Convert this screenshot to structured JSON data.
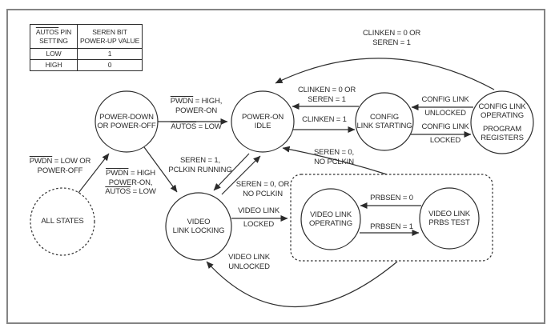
{
  "colors": {
    "ink": "#2b2b2b",
    "line": "#2e2e2e",
    "frame": "#848484",
    "background": "#ffffff"
  },
  "table": {
    "header_col1": {
      "l1_ov": "AUTOS",
      "l1_rest": " PIN",
      "l2": "SETTING"
    },
    "header_col2": {
      "l1": "SEREN BIT",
      "l2": "POWER-UP VALUE"
    },
    "rows": [
      {
        "setting": "LOW",
        "value": "1"
      },
      {
        "setting": "HIGH",
        "value": "0"
      }
    ]
  },
  "states": {
    "power_down": {
      "l1": "POWER-DOWN",
      "l2": "OR POWER-OFF"
    },
    "power_on_idle": {
      "l1": "POWER-ON",
      "l2": "IDLE"
    },
    "config_link_starting": {
      "l1": "CONFIG",
      "l2": "LINK STARTING"
    },
    "config_link_operating": {
      "l1": "CONFIG LINK",
      "l2": "OPERATING",
      "l3": "PROGRAM",
      "l4": "REGISTERS"
    },
    "all_states": {
      "l1": "ALL STATES"
    },
    "video_link_locking": {
      "l1": "VIDEO",
      "l2": "LINK LOCKING"
    },
    "video_link_operating": {
      "l1": "VIDEO LINK",
      "l2": "OPERATING"
    },
    "video_link_prbs_test": {
      "l1": "VIDEO LINK",
      "l2": "PRBS TEST"
    }
  },
  "transitions": {
    "all_to_power_down": {
      "l1_ov": "PWDN",
      "l1_rest": " = LOW OR",
      "l2": "POWER-OFF"
    },
    "power_down_to_idle": {
      "l1_ov": "PWDN",
      "l1_rest": " = HIGH,",
      "l2": "POWER-ON",
      "l3_ov": "AUTOS",
      "l3_rest": " = LOW"
    },
    "power_down_to_video": {
      "l1_ov": "PWDN",
      "l1_rest": " = HIGH",
      "l2": "POWER-ON,",
      "l3_ov": "AUTOS",
      "l3_rest": " = LOW"
    },
    "idle_to_video": {
      "l1": "SEREN = 1,",
      "l2": "PCLKIN RUNNING"
    },
    "video_to_idle": {
      "l1": "SEREN = 0, OR",
      "l2": "NO PCLKIN"
    },
    "operating_to_idle": {
      "l1": "CLINKEN = 0 OR",
      "l2": "SEREN = 1"
    },
    "starting_to_idle": {
      "l1": "CLINKEN = 0 OR",
      "l2": "SEREN = 1"
    },
    "idle_to_starting": {
      "l1": "CLINKEN = 1"
    },
    "operating_to_starting": {
      "l1": "CONFIG LINK",
      "l2": "UNLOCKED"
    },
    "starting_to_operating": {
      "l1": "CONFIG LINK",
      "l2": "LOCKED"
    },
    "locking_to_video_group": {
      "l1": "VIDEO LINK",
      "l2": "LOCKED"
    },
    "video_group_to_locking": {
      "l1": "VIDEO LINK",
      "l2": "UNLOCKED"
    },
    "video_group_to_idle": {
      "l1": "SEREN = 0,",
      "l2": "NO PCLKIN"
    },
    "prbs_to_operating": {
      "l1": "PRBSEN = 0"
    },
    "operating_to_prbs": {
      "l1": "PRBSEN = 1"
    }
  }
}
